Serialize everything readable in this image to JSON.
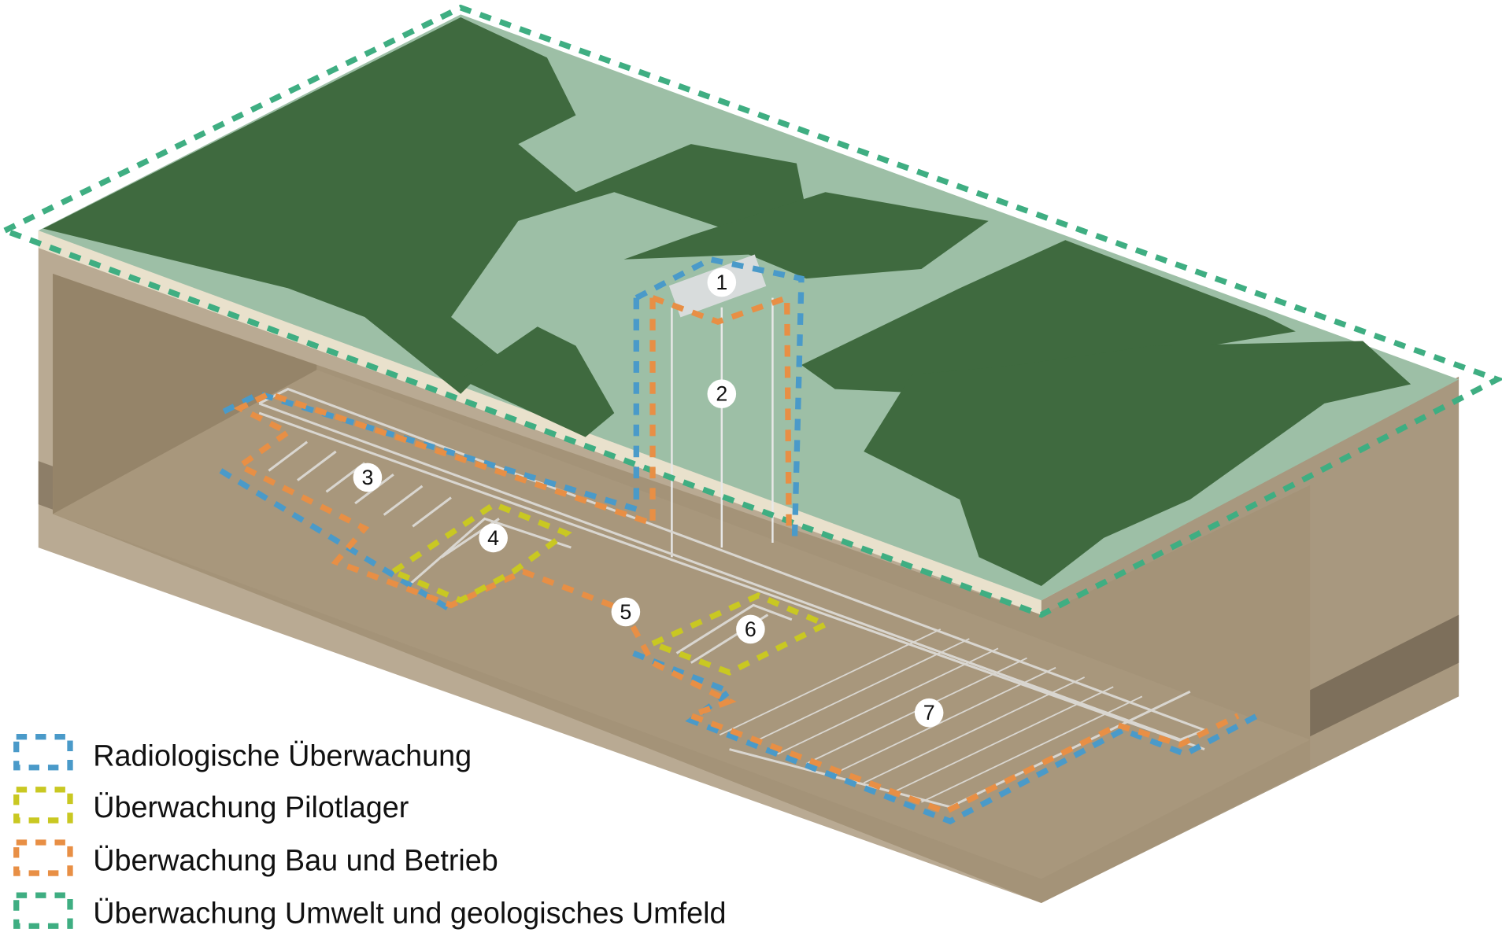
{
  "diagram": {
    "markers": [
      "1",
      "2",
      "3",
      "4",
      "5",
      "6",
      "7"
    ],
    "legend": [
      {
        "label": "Radiologische Überwachung",
        "color": "#4a9ac9"
      },
      {
        "label": "Überwachung Pilotlager",
        "color": "#c9c822"
      },
      {
        "label": "Überwachung Bau und Betrieb",
        "color": "#e88f45"
      },
      {
        "label": "Überwachung Umwelt und geologisches Umfeld",
        "color": "#3fae82"
      }
    ]
  }
}
